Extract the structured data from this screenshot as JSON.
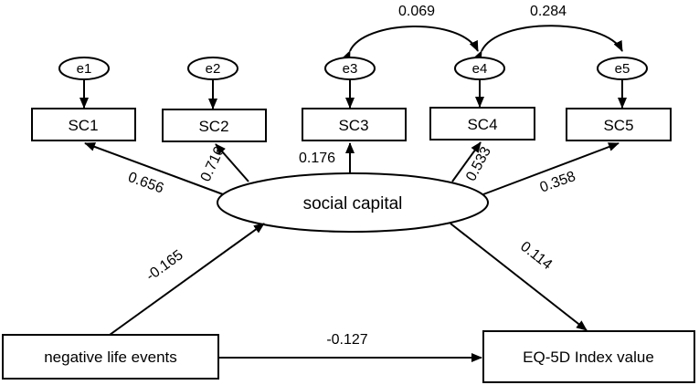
{
  "diagram": {
    "errors": [
      "e1",
      "e2",
      "e3",
      "e4",
      "e5"
    ],
    "indicators": [
      "SC1",
      "SC2",
      "SC3",
      "SC4",
      "SC5"
    ],
    "latent": "social capital",
    "exogenous": "negative life events",
    "outcome": "EQ-5D Index value",
    "covariances": {
      "e3_e4": "0.069",
      "e4_e5": "0.284"
    },
    "loadings": {
      "sc1": "0.656",
      "sc2": "0.716",
      "sc3": "0.176",
      "sc4": "0.533",
      "sc5": "0.358"
    },
    "paths": {
      "events_to_capital": "-0.165",
      "capital_to_outcome": "0.114",
      "events_to_outcome": "-0.127"
    }
  }
}
